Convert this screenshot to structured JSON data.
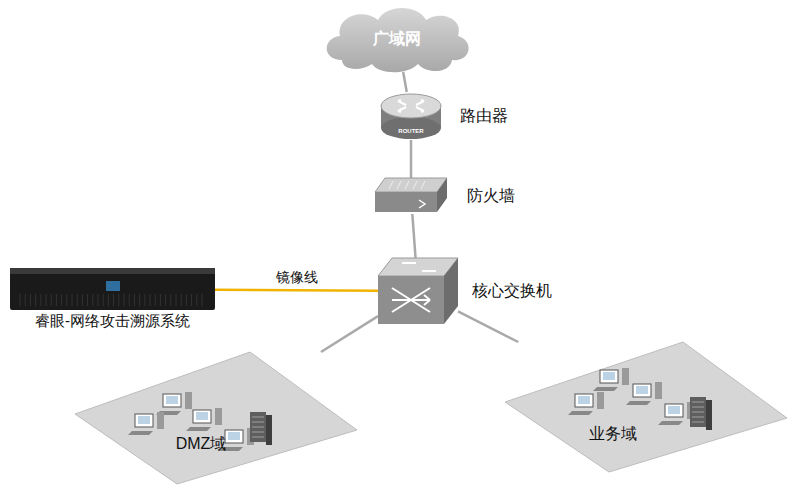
{
  "diagram": {
    "nodes": [
      {
        "text": [
          "广域网"
        ]
      },
      {
        "text": [
          "ROUTER",
          "路由器"
        ]
      },
      {
        "text": [
          "防火墙"
        ]
      },
      {
        "text": [
          "睿眼-网络攻击溯源系统"
        ]
      },
      {
        "text": [
          "核心交换机"
        ]
      },
      {
        "text": [
          "DMZ域"
        ]
      },
      {
        "text": [
          "业务域"
        ]
      }
    ],
    "edges": [
      {
        "from": 0,
        "to": 1,
        "arrow": "none"
      },
      {
        "from": 1,
        "to": 2,
        "arrow": "none"
      },
      {
        "from": 2,
        "to": 4,
        "arrow": "none"
      },
      {
        "from": 4,
        "to": 3,
        "label": "镜像线",
        "arrow": "none"
      },
      {
        "from": 4,
        "to": 5,
        "arrow": "none"
      },
      {
        "from": 4,
        "to": 6,
        "arrow": "none"
      }
    ]
  }
}
